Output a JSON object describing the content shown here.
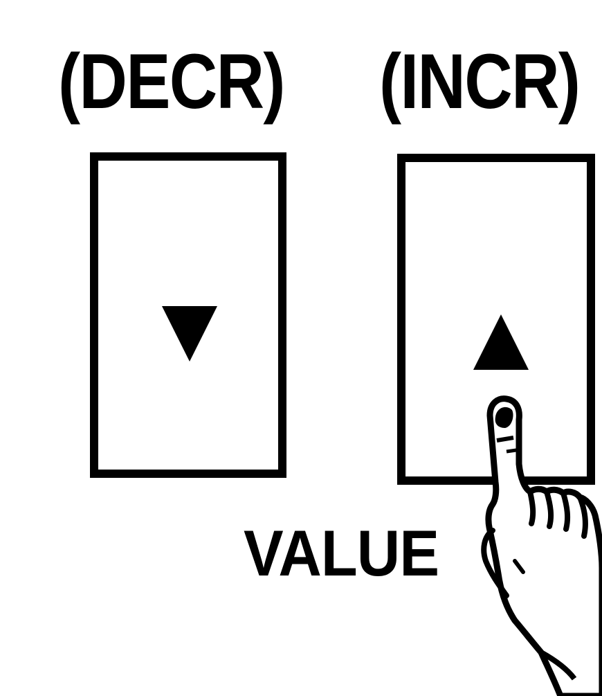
{
  "labels": {
    "decr": "(DECR)",
    "incr": "(INCR)",
    "value": "VALUE"
  },
  "keys": {
    "decr_icon": "triangle-down-icon",
    "incr_icon": "triangle-up-icon"
  },
  "pointer_icon": "pointing-hand-icon",
  "colors": {
    "ink": "#000000",
    "background": "#ffffff"
  }
}
